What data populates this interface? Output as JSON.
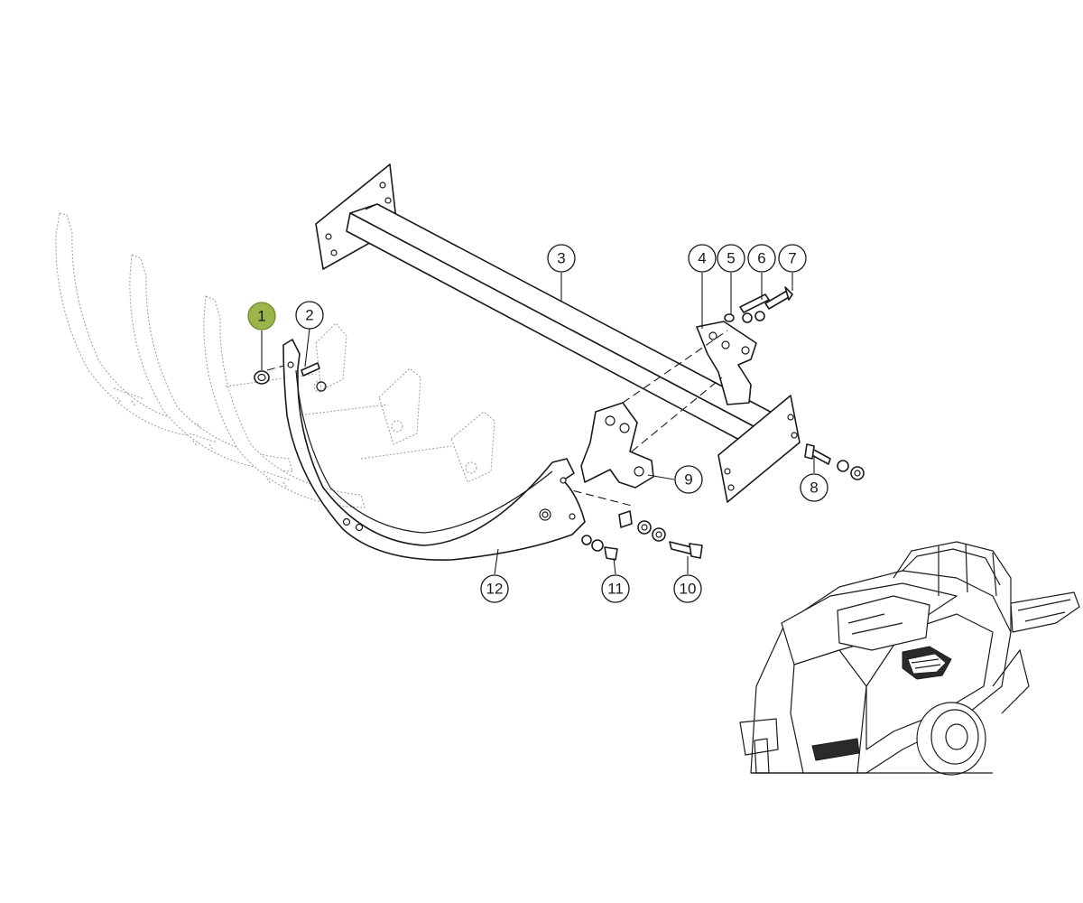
{
  "callouts": [
    {
      "label": "1",
      "part": "nut",
      "highlighted": true
    },
    {
      "label": "2",
      "part": "pin"
    },
    {
      "label": "3",
      "part": "cross-beam"
    },
    {
      "label": "4",
      "part": "bracket"
    },
    {
      "label": "5",
      "part": "nut"
    },
    {
      "label": "6",
      "part": "washer-bolt"
    },
    {
      "label": "7",
      "part": "bolt"
    },
    {
      "label": "8",
      "part": "bolt-set"
    },
    {
      "label": "9",
      "part": "bracket"
    },
    {
      "label": "10",
      "part": "bolt"
    },
    {
      "label": "11",
      "part": "bolt"
    },
    {
      "label": "12",
      "part": "tine"
    }
  ],
  "colors": {
    "highlight": "#9bb54a",
    "line": "#1a1a1a",
    "ghost": "#9a9a9a"
  }
}
